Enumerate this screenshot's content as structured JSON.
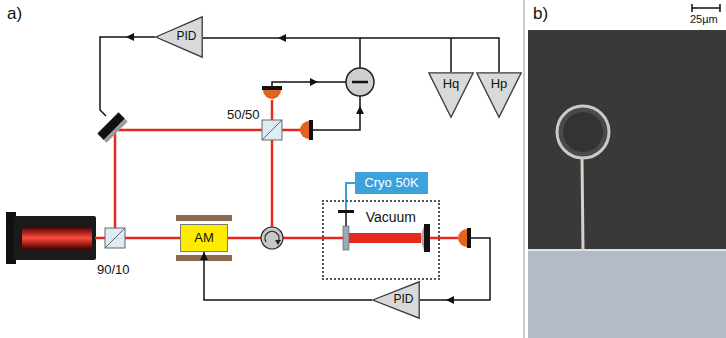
{
  "diagram": {
    "nodes": [
      {
        "text": [
          "PID"
        ]
      },
      {
        "text": [
          "Hq"
        ]
      },
      {
        "text": [
          "Hp"
        ]
      },
      {
        "text": [
          "Cryo 50K"
        ]
      },
      {
        "text": [
          "AM"
        ]
      },
      {
        "text": [
          "Vacuum"
        ]
      },
      {
        "text": [
          "PID"
        ]
      }
    ],
    "edges": [
      {
        "from": 3,
        "to": 5,
        "arrow": "none"
      },
      {
        "from": 6,
        "to": 4,
        "arrow": "to"
      }
    ],
    "labels": [
      "a)",
      "90/10",
      "50/50",
      "b)",
      "25µm"
    ]
  }
}
